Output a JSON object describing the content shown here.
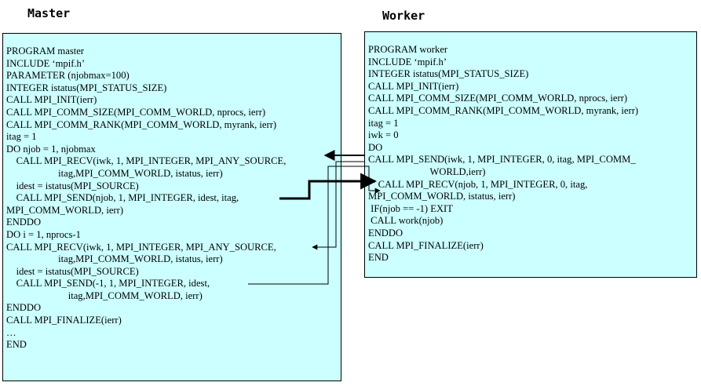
{
  "master": {
    "title": "Master",
    "lines": [
      "PROGRAM master",
      "INCLUDE ‘mpif.h’",
      "PARAMETER (njobmax=100)",
      "INTEGER istatus(MPI_STATUS_SIZE)",
      "CALL MPI_INIT(ierr)",
      "CALL MPI_COMM_SIZE(MPI_COMM_WORLD, nprocs, ierr)",
      "CALL MPI_COMM_RANK(MPI_COMM_WORLD, myrank, ierr)",
      "itag = 1",
      "DO njob = 1, njobmax",
      "    CALL MPI_RECV(iwk, 1, MPI_INTEGER, MPI_ANY_SOURCE,",
      "                     itag,MPI_COMM_WORLD, istatus, ierr)",
      "    idest = istatus(MPI_SOURCE)",
      "    CALL MPI_SEND(njob, 1, MPI_INTEGER, idest, itag,",
      "MPI_COMM_WORLD, ierr)",
      "ENDDO",
      "DO i = 1, nprocs-1",
      "CALL MPI_RECV(iwk, 1, MPI_INTEGER, MPI_ANY_SOURCE,",
      "                     itag,MPI_COMM_WORLD, istatus, ierr)",
      "    idest = istatus(MPI_SOURCE)",
      "    CALL MPI_SEND(-1, 1, MPI_INTEGER, idest,",
      "                         itag,MPI_COMM_WORLD, ierr)",
      "ENDDO",
      "CALL MPI_FINALIZE(ierr)",
      "…",
      "END"
    ]
  },
  "worker": {
    "title": "Worker",
    "lines": [
      "PROGRAM worker",
      "INCLUDE ‘mpif.h’",
      "INTEGER istatus(MPI_STATUS_SIZE)",
      "CALL MPI_INIT(ierr)",
      "CALL MPI_COMM_SIZE(MPI_COMM_WORLD, nprocs, ierr)",
      "CALL MPI_COMM_RANK(MPI_COMM_WORLD, myrank, ierr)",
      "itag = 1",
      "iwk = 0",
      "DO",
      "CALL MPI_SEND(iwk, 1, MPI_INTEGER, 0, itag, MPI_COMM_",
      "                         WORLD,ierr)",
      "    CALL MPI_RECV(njob, 1, MPI_INTEGER, 0, itag,",
      "MPI_COMM_WORLD, istatus, ierr)",
      " IF(njob == -1) EXIT",
      " CALL work(njob)",
      "ENDDO",
      "CALL MPI_FINALIZE(ierr)",
      "END"
    ]
  },
  "colors": {
    "box_fill": "#ccffff",
    "border": "#000000",
    "arrow": "#000000"
  }
}
